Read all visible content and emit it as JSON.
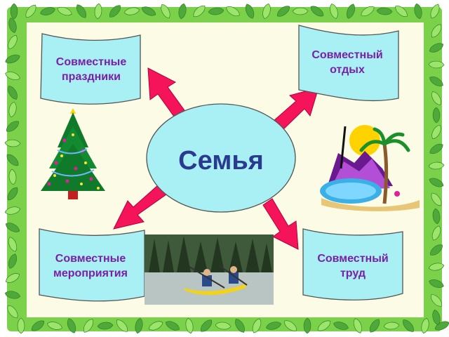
{
  "center": {
    "label": "Семья"
  },
  "nodes": {
    "top_left": {
      "line1": "Совместные",
      "line2": "праздники"
    },
    "top_right": {
      "line1": "Совместный",
      "line2": "отдых"
    },
    "bottom_left": {
      "line1": "Совместные",
      "line2": "мероприятия"
    },
    "bottom_right": {
      "line1": "Совместный",
      "line2": "труд"
    }
  },
  "colors": {
    "border_green": "#7bd24a",
    "frame_bg": "#fbfbe6",
    "banner_fill": "#a8f0f4",
    "center_fill": "#a8f0f4",
    "arrow_fill": "#f5145a",
    "text_purple": "#7a1fa8",
    "center_text": "#2a3a8f"
  },
  "icons": [
    "leaf-border",
    "christmas-tree-icon",
    "tropical-island-icon",
    "kayak-photo"
  ]
}
